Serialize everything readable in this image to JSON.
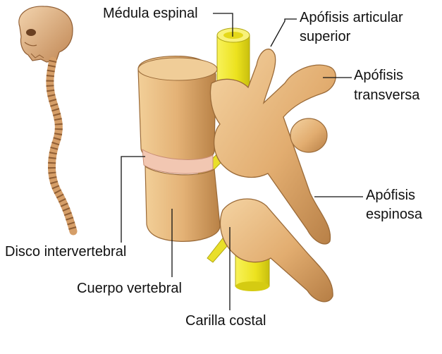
{
  "labels": {
    "medula_espinal": "Médula espinal",
    "apofisis_articular_line1": "Apófisis articular",
    "apofisis_articular_line2": "superior",
    "apofisis_transversa_line1": "Apófisis",
    "apofisis_transversa_line2": "transversa",
    "apofisis_espinosa_line1": "Apófisis",
    "apofisis_espinosa_line2": "espinosa",
    "disco_intervertebral": "Disco intervertebral",
    "cuerpo_vertebral": "Cuerpo vertebral",
    "carilla_costal": "Carilla costal"
  },
  "colors": {
    "bone": "#e4b57a",
    "bone_light": "#f1cf9c",
    "bone_shadow": "#b07b45",
    "spinal_cord": "#f2ea2a",
    "spinal_cord_shadow": "#c9c010",
    "disc": "#f1c9b3",
    "skull": "#d9a777",
    "leader_line": "#111111"
  }
}
